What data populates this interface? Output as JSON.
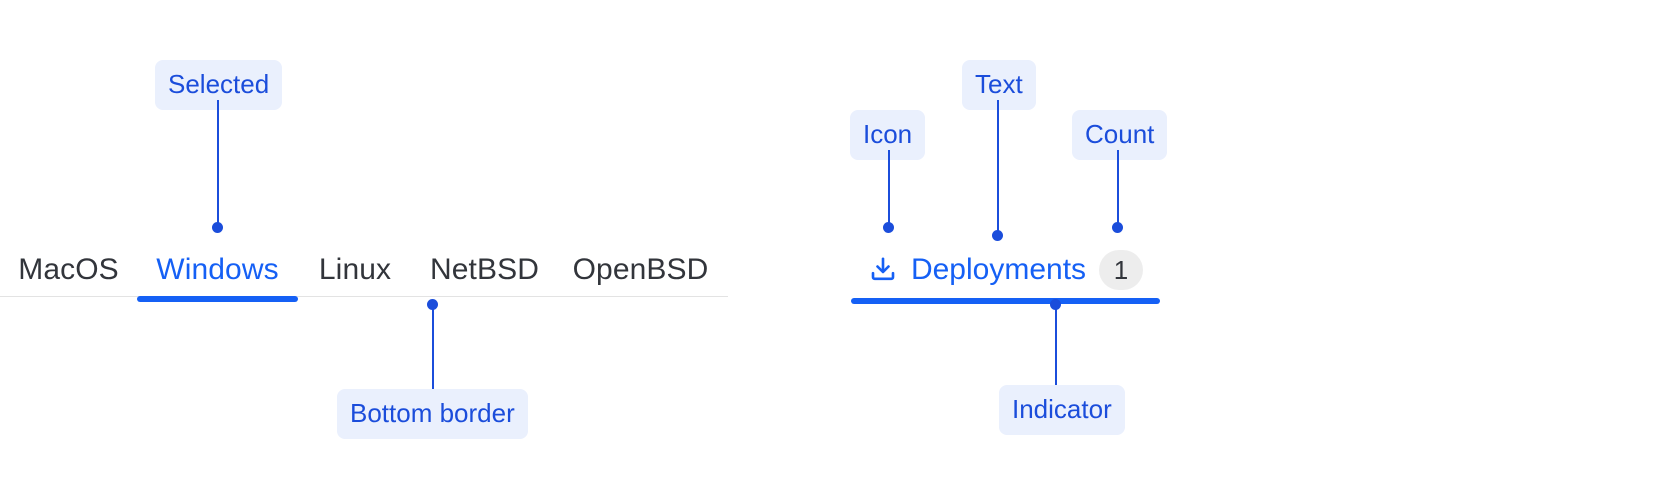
{
  "colors": {
    "accent": "#1560f5",
    "callout_text": "#1b4ddb",
    "callout_bg": "#eaf0fd",
    "tab_text": "#32353b",
    "rule": "#e3e3e3",
    "badge_bg": "#ededed",
    "page_bg": "#ffffff"
  },
  "left_example": {
    "tabs": [
      {
        "label": "MacOS",
        "selected": false
      },
      {
        "label": "Windows",
        "selected": true
      },
      {
        "label": "Linux",
        "selected": false
      },
      {
        "label": "NetBSD",
        "selected": false
      },
      {
        "label": "OpenBSD",
        "selected": false
      }
    ],
    "callouts": {
      "selected": "Selected",
      "bottom_border": "Bottom border"
    }
  },
  "right_example": {
    "tab": {
      "icon": "download-tray-icon",
      "label": "Deployments",
      "count": "1",
      "selected": true
    },
    "callouts": {
      "icon": "Icon",
      "text": "Text",
      "count": "Count",
      "indicator": "Indicator"
    }
  }
}
